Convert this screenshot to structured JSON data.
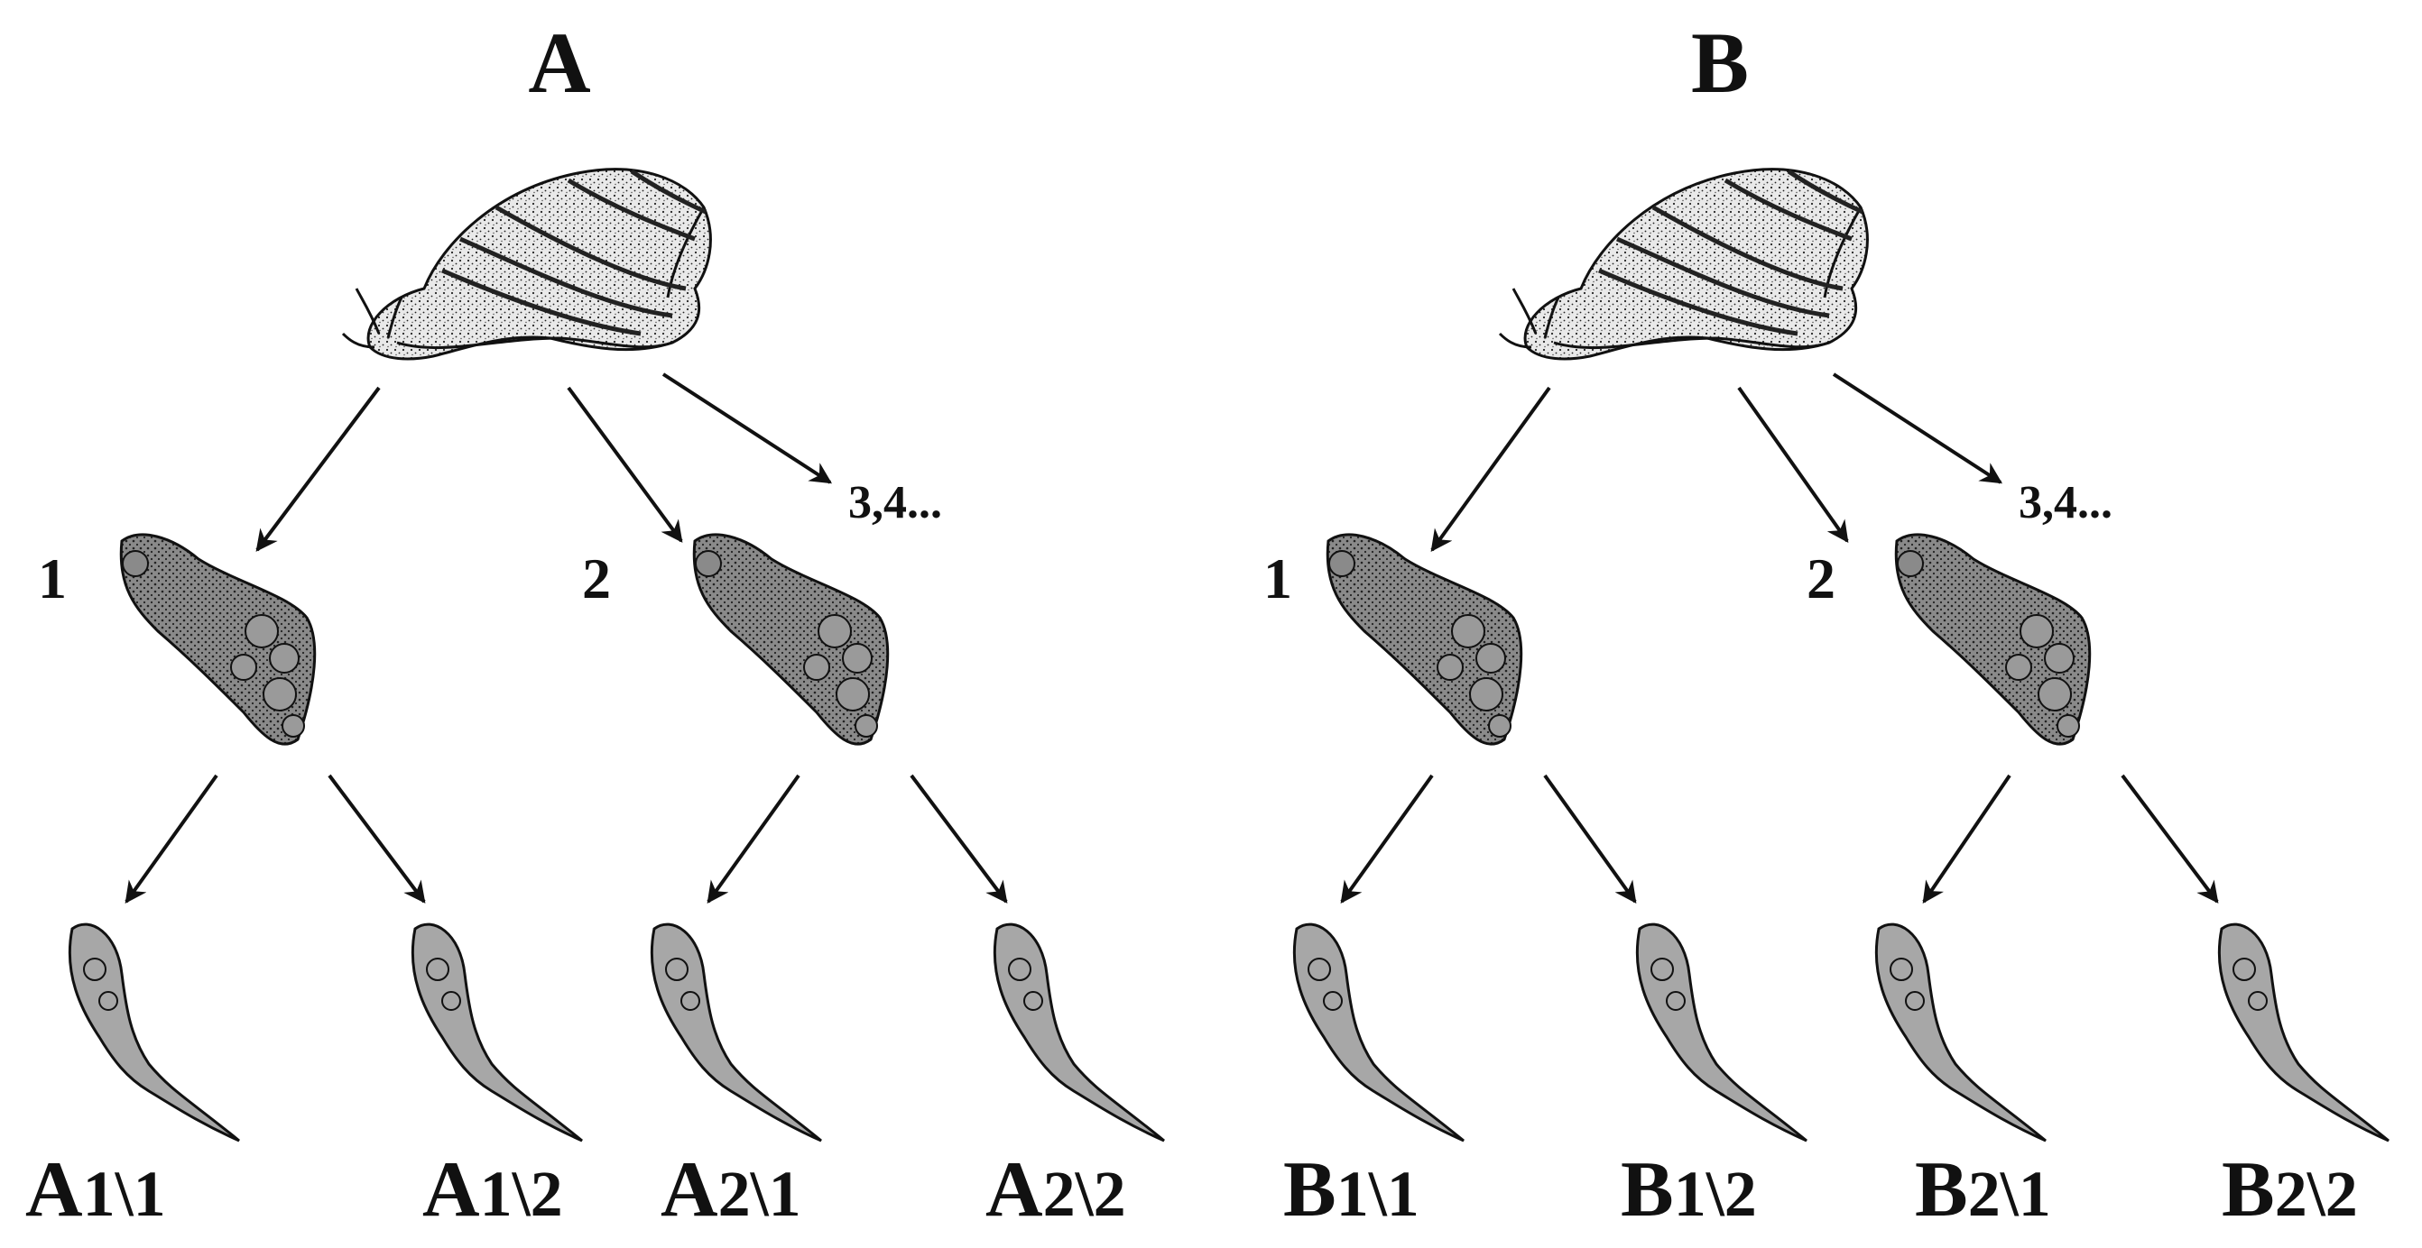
{
  "panels": [
    {
      "id": "A",
      "title": "A",
      "sporocysts": [
        {
          "label": "1"
        },
        {
          "label": "2"
        }
      ],
      "more_label": "3,4...",
      "cercariae": [
        {
          "letter": "A",
          "index": "1\\1"
        },
        {
          "letter": "A",
          "index": "1\\2"
        },
        {
          "letter": "A",
          "index": "2\\1"
        },
        {
          "letter": "A",
          "index": "2\\2"
        }
      ]
    },
    {
      "id": "B",
      "title": "B",
      "sporocysts": [
        {
          "label": "1"
        },
        {
          "label": "2"
        }
      ],
      "more_label": "3,4...",
      "cercariae": [
        {
          "letter": "B",
          "index": "1\\1"
        },
        {
          "letter": "B",
          "index": "1\\2"
        },
        {
          "letter": "B",
          "index": "2\\1"
        },
        {
          "letter": "B",
          "index": "2\\2"
        }
      ]
    }
  ],
  "icons": {
    "snail": "snail-icon",
    "sporocyst": "sporocyst-icon",
    "cercaria": "cercaria-icon",
    "arrow": "arrow-icon"
  },
  "colors": {
    "ink": "#111111",
    "shell_fill": "#e9e9e9",
    "body_fill": "#cfcfcf",
    "sporocyst_fill": "#8a8a8a",
    "cercaria_fill": "#a7a7a7"
  }
}
